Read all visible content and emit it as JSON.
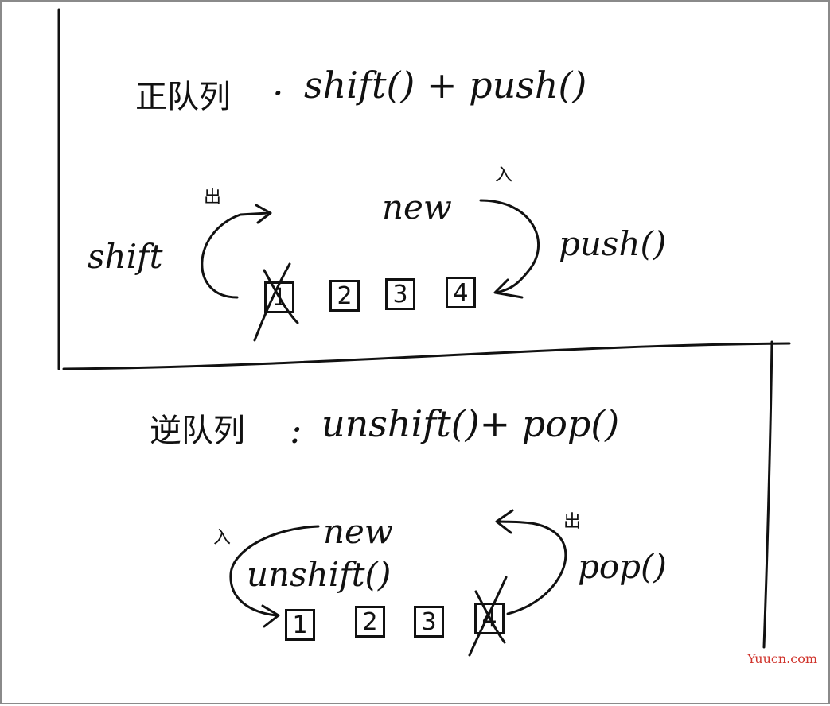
{
  "top_section": {
    "title_cn": "正队列",
    "title_sep": "·",
    "title_methods": "shift() + push()",
    "exit_mark": "出",
    "enter_mark": "入",
    "new_label": "new",
    "shift_label": "shift",
    "push_label": "push()",
    "items": [
      "1",
      "2",
      "3",
      "4"
    ],
    "removed_index": 0
  },
  "bottom_section": {
    "title_cn": "逆队列",
    "title_sep": ":",
    "title_methods": "unshift()+   pop()",
    "enter_mark": "入",
    "exit_mark": "出",
    "new_label": "new",
    "unshift_label": "unshift()",
    "pop_label": "pop()",
    "items": [
      "1",
      "2",
      "3",
      "4"
    ],
    "removed_index": 3
  },
  "watermark": "Yuucn.com"
}
